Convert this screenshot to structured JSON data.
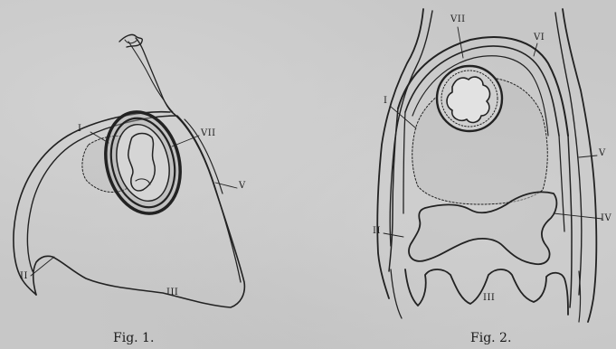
{
  "figure1": {
    "caption": "Fig. 1.",
    "labels": {
      "I": "I",
      "VII": "VII",
      "V": "V",
      "II": "II",
      "III": "III"
    }
  },
  "figure2": {
    "caption": "Fig. 2.",
    "labels": {
      "VII": "VII",
      "VI": "VI",
      "I": "I",
      "V": "V",
      "II": "II",
      "IV": "IV",
      "III": "III"
    }
  }
}
